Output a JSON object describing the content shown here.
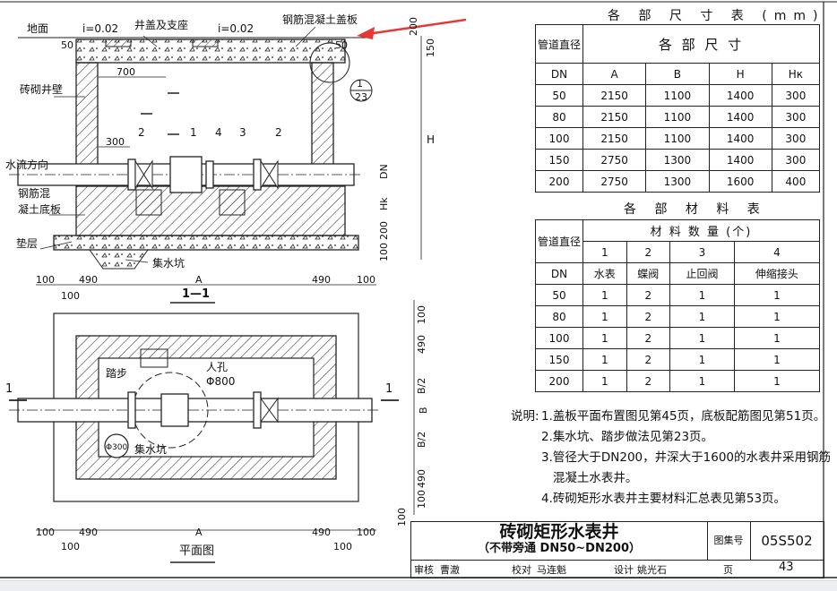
{
  "drawing": {
    "section_title": "1—1",
    "plan_title": "平面图",
    "section_marker": "1",
    "labels": {
      "ground": "地面",
      "slope_left": "i=0.02",
      "slope_right": "i=0.02",
      "cover_seat": "井盖及支座",
      "concrete_cover": "钢筋混凝土盖板",
      "brick_wall": "砖砌井壁",
      "flow_direction": "水流方向",
      "rc_base_line1": "钢筋混",
      "rc_base_line2": "凝土底板",
      "cushion": "垫层",
      "sump": "集水坑",
      "sump_plan": "集水坑",
      "steps": "踏步",
      "manhole_line1": "人孔",
      "manhole_line2": "Φ800",
      "sump_dia": "Φ300",
      "detail_top": "1",
      "detail_bottom": "23"
    },
    "dims": {
      "d50a": "50",
      "d50b": "50",
      "d700": "700",
      "d300": "300",
      "d200a": "200",
      "d150": "150",
      "H": "H",
      "DN": "DN",
      "Hk": "Hk",
      "d200b": "200",
      "d100a": "100",
      "d100b": "100",
      "d490a": "490",
      "A": "A",
      "d490b": "490",
      "d100c": "100",
      "d100d": "100",
      "p100a": "100",
      "p490a": "490",
      "pB2a": "B/2",
      "pB": "B",
      "pB2b": "B/2",
      "p490b": "490",
      "p100b": "100",
      "p100c": "100",
      "pl100a": "100",
      "pl490a": "490",
      "plA": "A",
      "pl490b": "490",
      "pl100b": "100",
      "pl100c": "100",
      "pl100d": "100"
    },
    "callouts": [
      "2",
      "1",
      "4",
      "3",
      "2"
    ]
  },
  "dims_table": {
    "title": "各 部 尺 寸 表 (mm)",
    "header_left": "管道直径",
    "header_group": "各  部  尺  寸",
    "col_dn": "DN",
    "cols": [
      "A",
      "B",
      "H",
      "Hк"
    ],
    "rows": [
      [
        "50",
        "2150",
        "1100",
        "1400",
        "300"
      ],
      [
        "80",
        "2150",
        "1100",
        "1400",
        "300"
      ],
      [
        "100",
        "2150",
        "1100",
        "1400",
        "300"
      ],
      [
        "150",
        "2750",
        "1300",
        "1400",
        "300"
      ],
      [
        "200",
        "2750",
        "1300",
        "1600",
        "400"
      ]
    ]
  },
  "materials_table": {
    "title": "各 部 材 料 表",
    "header_left": "管道直径",
    "header_group": "材  料  数  量  (个)",
    "col_dn": "DN",
    "nums": [
      "1",
      "2",
      "3",
      "4"
    ],
    "names": [
      "水表",
      "蝶阀",
      "止回阀",
      "伸缩接头"
    ],
    "rows": [
      [
        "50",
        "1",
        "2",
        "1",
        "1"
      ],
      [
        "80",
        "1",
        "2",
        "1",
        "1"
      ],
      [
        "100",
        "1",
        "2",
        "1",
        "1"
      ],
      [
        "150",
        "1",
        "2",
        "1",
        "1"
      ],
      [
        "200",
        "1",
        "2",
        "1",
        "1"
      ]
    ]
  },
  "notes": {
    "prefix": "说明:",
    "lines": [
      "1.盖板平面布置图见第45页，底板配筋图见第51页。",
      "2.集水坑、踏步做法见第23页。",
      "3.管径大于DN200，井深大于1600的水表井采用钢筋",
      "   混凝土水表井。",
      "4.砖砌矩形水表井主要材料汇总表见第53页。"
    ]
  },
  "title_block": {
    "title": "砖砌矩形水表井",
    "subtitle": "（不带旁通 DN50~DN200）",
    "atlas_label": "图集号",
    "atlas_no": "05S502",
    "page_label": "页",
    "page_no": "43",
    "review_label": "审核",
    "review_name": "曹澈",
    "check_label": "校对",
    "check_name": "马连魁",
    "design_label": "设计",
    "design_name": "姚光石"
  },
  "annotation_arrow_color": "#e53935"
}
